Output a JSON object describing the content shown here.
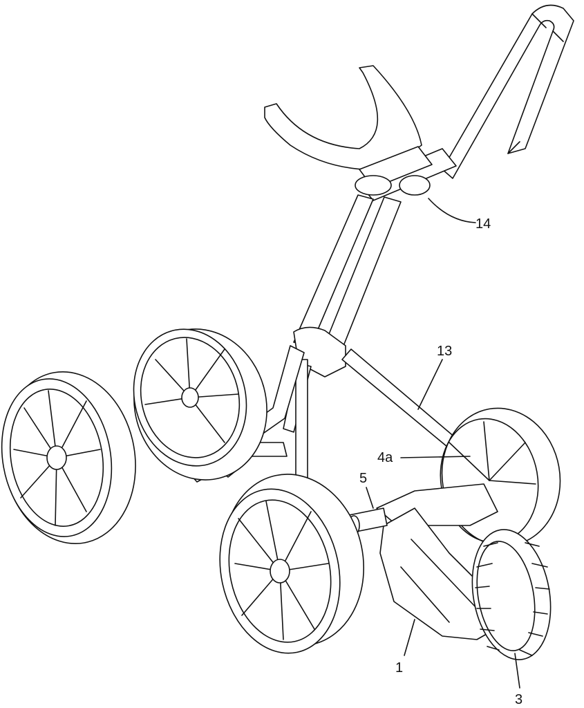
{
  "figure": {
    "reference_labels": {
      "handle_joint": "14",
      "frame_strut": "13",
      "drive_link": "4a",
      "axle": "5",
      "drive_unit": "1",
      "drive_wheel": "3"
    },
    "colors": {
      "line": "#111111",
      "background": "#ffffff"
    }
  }
}
